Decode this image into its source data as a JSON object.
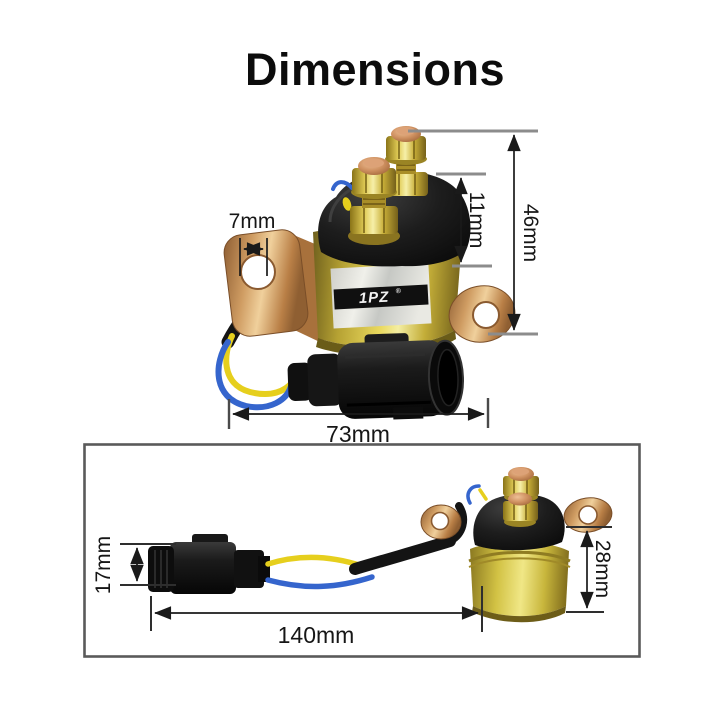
{
  "title": "Dimensions",
  "brand_label": {
    "text": "1PZ",
    "mark": "®"
  },
  "top_view": {
    "hole_width": "7mm",
    "cap_height": "11mm",
    "total_height": "46mm",
    "overall_width": "73mm"
  },
  "side_view": {
    "connector_height": "17mm",
    "overall_length": "140mm",
    "body_height": "28mm"
  },
  "colors": {
    "dimension_ink": "#1a1a1a",
    "tick_gray": "#8c8c8c",
    "brass": "#d9c84c",
    "brass_dark": "#75601a",
    "bracket_copper": "#cf9c62",
    "stud_copper": "#cf9161",
    "plastic_black": "#161616",
    "wire_yellow": "#e6cf1d",
    "wire_blue": "#3565cd",
    "label_silver": "#e3e3dc",
    "label_stripe": "#101010",
    "panel_border": "#5a5a5a",
    "background": "#ffffff"
  }
}
